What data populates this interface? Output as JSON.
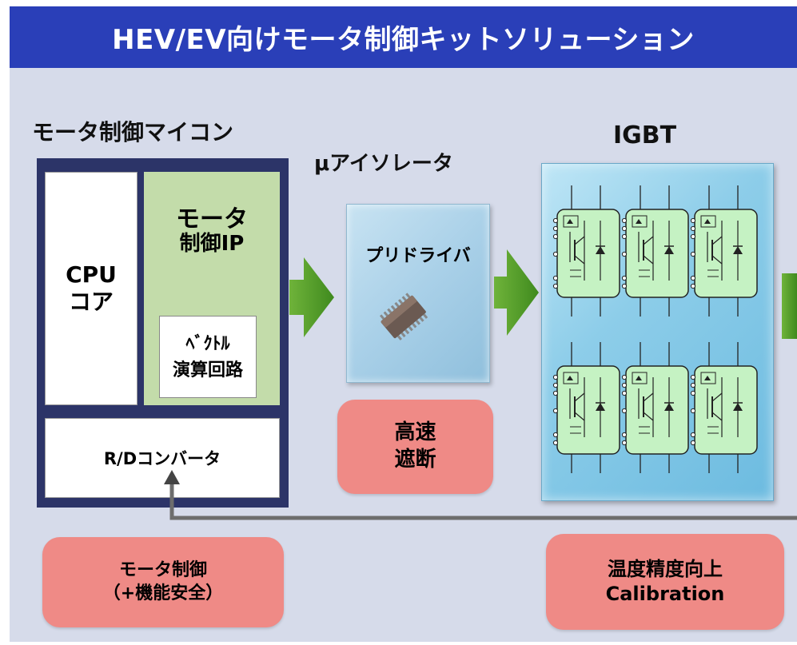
{
  "title": "HEV/EV向けモータ制御キットソリューション",
  "mcu": {
    "heading": "モータ制御マイコン",
    "cpu_line1": "CPU",
    "cpu_line2": "コア",
    "ip_line1": "モータ",
    "ip_line2": "制御IP",
    "vector_line1": "ﾍﾞｸﾄﾙ",
    "vector_line2": "演算回路",
    "rd_converter": "R/Dコンバータ"
  },
  "isolator": {
    "heading": "μアイソレータ",
    "predriver": "プリドライバ"
  },
  "igbt": {
    "heading": "IGBT"
  },
  "badges": {
    "motor_line1": "モータ制御",
    "motor_line2": "（+機能安全）",
    "speed_line1": "高速",
    "speed_line2": "遮断",
    "temp_line1": "温度精度向上",
    "temp_line2": "Calibration"
  },
  "colors": {
    "title_bar": "#2a3fb8",
    "background": "#d6dbea",
    "arrow_green": "#5aa02c",
    "badge_pink": "#ef8a86",
    "ip_green": "#c3dcaa",
    "module_green": "#c5f2c3"
  }
}
